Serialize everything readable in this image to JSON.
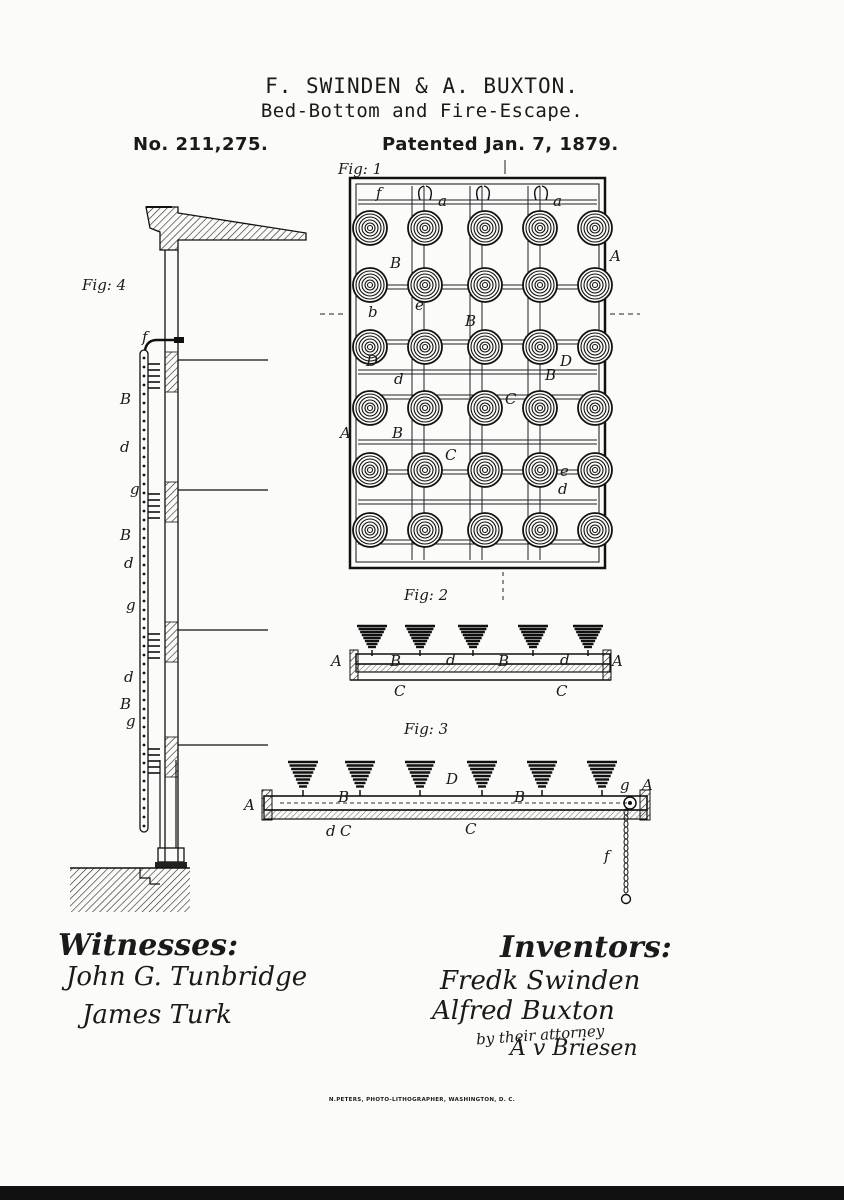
{
  "header": {
    "names": "F. SWINDEN & A. BUXTON.",
    "title": "Bed-Bottom and Fire-Escape.",
    "patent_number": "No. 211,275.",
    "patent_date": "Patented Jan. 7, 1879."
  },
  "figures": {
    "fig1": "Fig: 1",
    "fig2": "Fig: 2",
    "fig3": "Fig: 3",
    "fig4": "Fig: 4"
  },
  "letters": {
    "A": "A",
    "B": "B",
    "C": "C",
    "D": "D",
    "a": "a",
    "b": "b",
    "d": "d",
    "e": "e",
    "f": "f",
    "g": "g"
  },
  "signatures": {
    "witnesses_heading": "Witnesses:",
    "witness_1": "John G. Tunbridge",
    "witness_2": "James Turk",
    "inventors_heading": "Inventors:",
    "inventor_1": "Fredk Swinden",
    "inventor_2": "Alfred Buxton",
    "attorney_line": "by their attorney",
    "attorney_name": "A v Briesen"
  },
  "footer": {
    "printer": "N.PETERS, PHOTO-LITHOGRAPHER, WASHINGTON, D. C."
  }
}
